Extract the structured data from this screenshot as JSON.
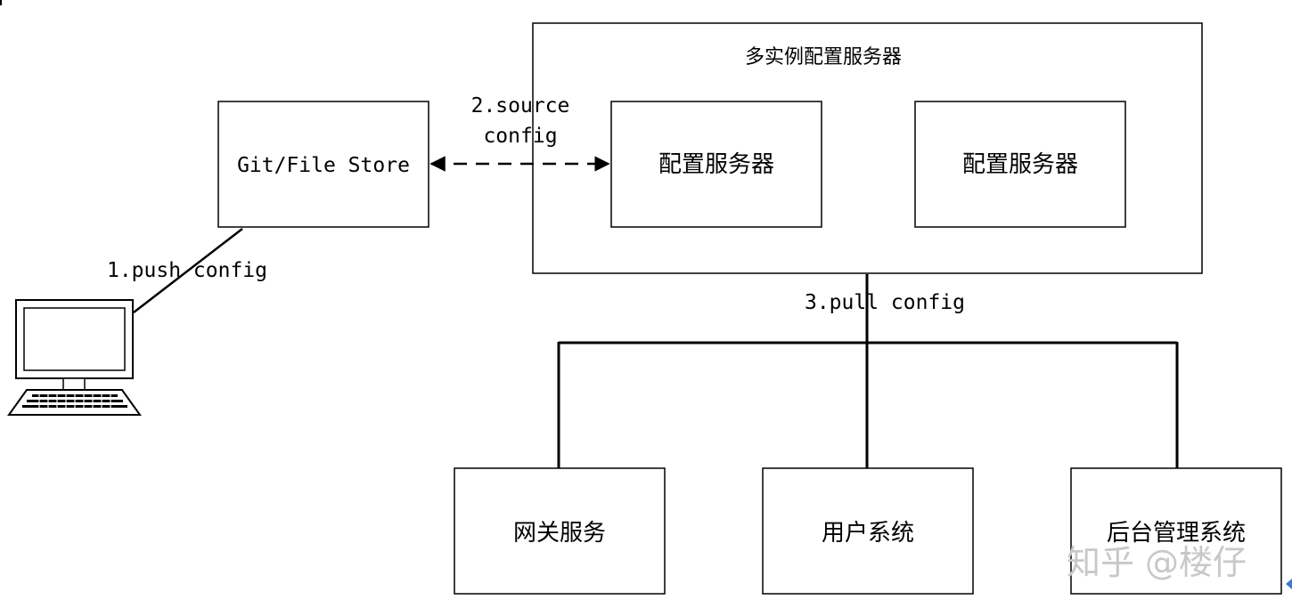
{
  "cluster": {
    "title": "多实例配置服务器"
  },
  "nodes": {
    "git_store": "Git/File Store",
    "config_server_1": "配置服务器",
    "config_server_2": "配置服务器",
    "gateway": "网关服务",
    "user_system": "用户系统",
    "admin_system": "后台管理系统"
  },
  "edges": {
    "push": "1.push config",
    "source_line1": "2.source",
    "source_line2": "config",
    "pull": "3.pull config"
  },
  "watermark": "知乎 @楼仔",
  "icons": {
    "client": "computer-icon"
  }
}
